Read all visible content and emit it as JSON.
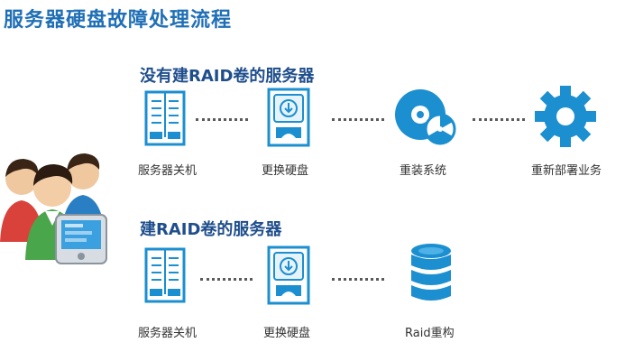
{
  "title": "服务器硬盘故障处理流程",
  "colors": {
    "title": "#1f6fb6",
    "section_title": "#1f4e8c",
    "icon_blue": "#1b8fd0",
    "icon_dark": "#2a5f93"
  },
  "flow_no_raid": {
    "heading": "没有建RAID卷的服务器",
    "steps": [
      {
        "label": "服务器关机",
        "icon": "server-rack-icon"
      },
      {
        "label": "更换硬盘",
        "icon": "hard-disk-icon"
      },
      {
        "label": "重装系统",
        "icon": "disc-install-icon"
      },
      {
        "label": "重新部署业务",
        "icon": "gear-icon"
      }
    ]
  },
  "flow_raid": {
    "heading": "建RAID卷的服务器",
    "steps": [
      {
        "label": "服务器关机",
        "icon": "server-rack-icon"
      },
      {
        "label": "更换硬盘",
        "icon": "hard-disk-icon"
      },
      {
        "label": "Raid重构",
        "icon": "database-icon"
      }
    ]
  },
  "side_illustration": {
    "icon": "users-with-tablet-icon"
  }
}
